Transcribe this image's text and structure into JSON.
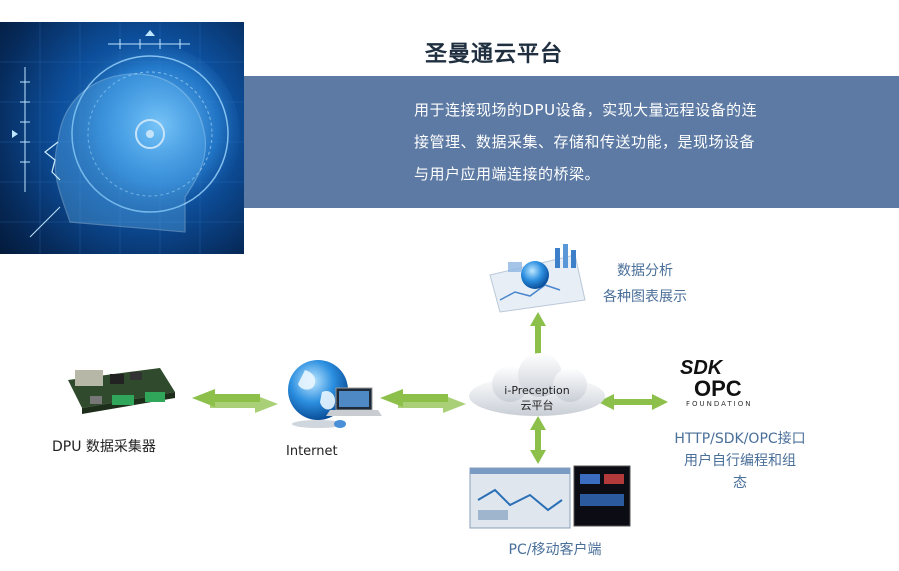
{
  "title": "圣曼通云平台",
  "description": {
    "line1": "用于连接现场的DPU设备，实现大量远程设备的连",
    "line2": "接管理、数据采集、存储和传送功能，是现场设备",
    "line3": "与用户应用端连接的桥梁。"
  },
  "nodes": {
    "analysis": {
      "line1": "数据分析",
      "line2": "各种图表展示"
    },
    "dpu": {
      "label": "DPU 数据采集器"
    },
    "internet": {
      "label": "Internet"
    },
    "cloud": {
      "line1": "i-Preception",
      "line2": "云平台"
    },
    "api": {
      "line1": "HTTP/SDK/OPC接口",
      "line2": "用户自行编程和组",
      "line3": "态"
    },
    "pc": {
      "label": "PC/移动客户端"
    }
  },
  "logos": {
    "sdk": "SDK",
    "opc": "OPC",
    "opc_sub": "FOUNDATION"
  },
  "colors": {
    "banner": "#5c7aa3",
    "arrow": "#8cc04a",
    "label": "#4a6f99"
  }
}
